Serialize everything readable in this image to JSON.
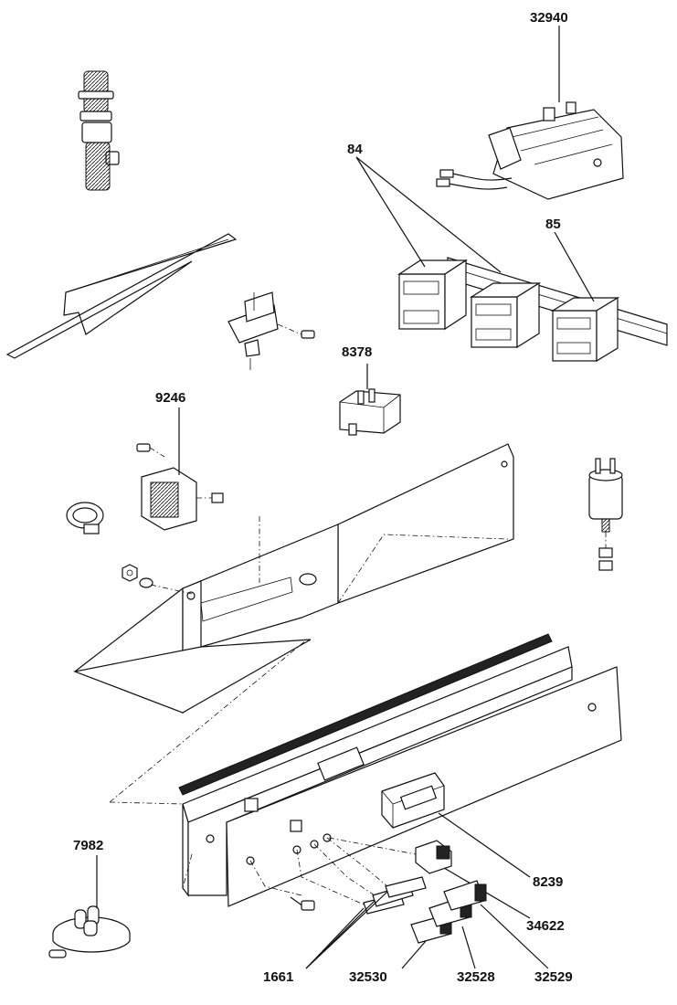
{
  "labels": {
    "p32940": "32940",
    "p84": "84",
    "p85": "85",
    "p8378": "8378",
    "p9246": "9246",
    "p8239": "8239",
    "p34622": "34622",
    "p7982": "7982",
    "p1661": "1661",
    "p32530": "32530",
    "p32528": "32528",
    "p32529": "32529"
  }
}
